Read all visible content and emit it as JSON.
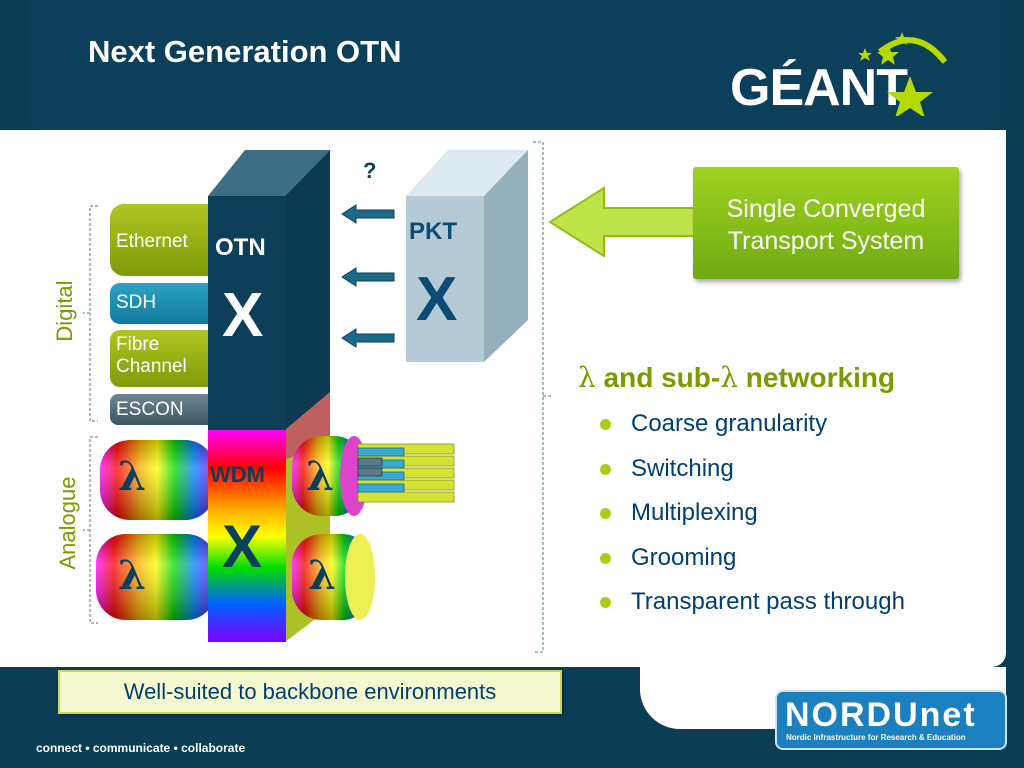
{
  "header": {
    "title": "Next Generation OTN",
    "logo_text": "GÉANT"
  },
  "diagram": {
    "otn": {
      "label": "OTN",
      "x": "X"
    },
    "pkt": {
      "label": "PKT",
      "x": "X",
      "question": "?"
    },
    "wdm": {
      "label": "WDM",
      "x": "X",
      "lambda": "λ"
    },
    "digital_label": "Digital",
    "analogue_label": "Analogue",
    "services": [
      "Ethernet",
      "SDH",
      "Fibre Channel",
      "ESCON"
    ]
  },
  "callout": "Single Converged Transport System",
  "networking": {
    "heading_pre": "and sub-",
    "heading_post": " networking",
    "lambda": "λ",
    "bullets": [
      "Coarse granularity",
      "Switching",
      "Multiplexing",
      "Grooming",
      "Transparent pass through"
    ]
  },
  "bottom_note": "Well-suited to backbone environments",
  "footer": {
    "tagline": "connect • communicate • collaborate",
    "brand": "NORDUnet",
    "brand_sub": "Nordic Infrastructure for Research & Education"
  }
}
